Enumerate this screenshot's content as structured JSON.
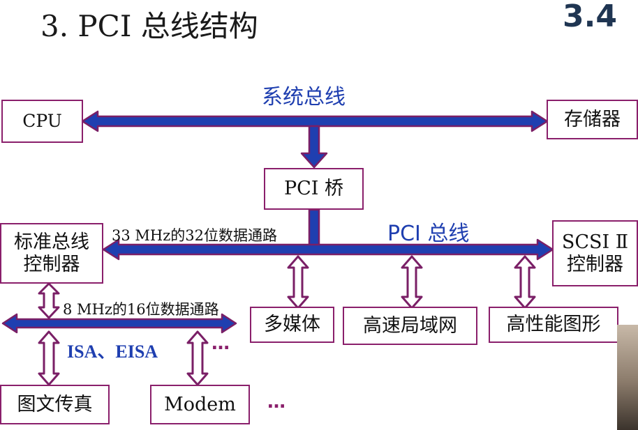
{
  "slide": {
    "title": "3. PCI 总线结构",
    "section": "3.4"
  },
  "buses": {
    "system_bus": "系统总线",
    "pci_bus": "PCI 总线",
    "pci_path": "33 MHz的32位数据通路",
    "isa_path": "8 MHz的16位数据通路",
    "isa_name": "ISA、EISA"
  },
  "boxes": {
    "cpu": "CPU",
    "memory": "存储器",
    "pci_bridge": "PCI 桥",
    "std_ctrl_line1": "标准总线",
    "std_ctrl_line2": "控制器",
    "scsi_line1": "SCSI Ⅱ",
    "scsi_line2": "控制器",
    "multimedia": "多媒体",
    "lan": "高速局域网",
    "graphics": "高性能图形",
    "fax": "图文传真",
    "modem": "Modem"
  },
  "ellipsis": {
    "isa_more": "…",
    "bottom_more": "…"
  },
  "colors": {
    "bus_fill": "#1f3fb0",
    "bus_stroke": "#7a1f66",
    "box_border": "#8a1f6b",
    "label_blue": "#1f3fb0",
    "section_color": "#1f3552"
  }
}
